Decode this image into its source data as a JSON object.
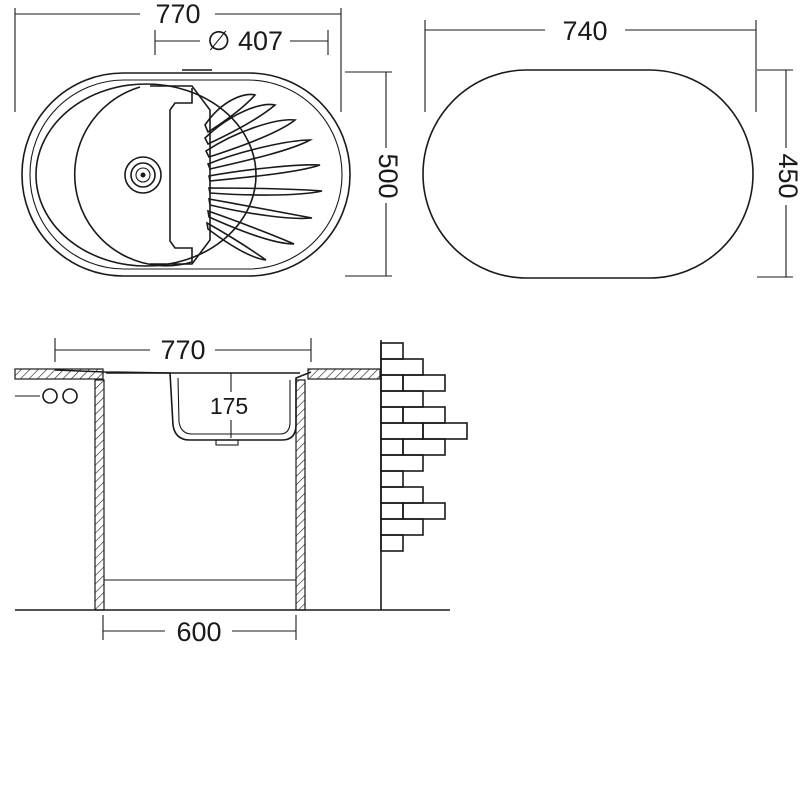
{
  "top_view": {
    "overall_width": "770",
    "bowl_diameter": "∅ 407",
    "overall_depth": "500"
  },
  "cutout": {
    "width": "740",
    "depth": "450"
  },
  "section_view": {
    "overall_width": "770",
    "bowl_depth": "175",
    "cabinet_width": "600"
  }
}
